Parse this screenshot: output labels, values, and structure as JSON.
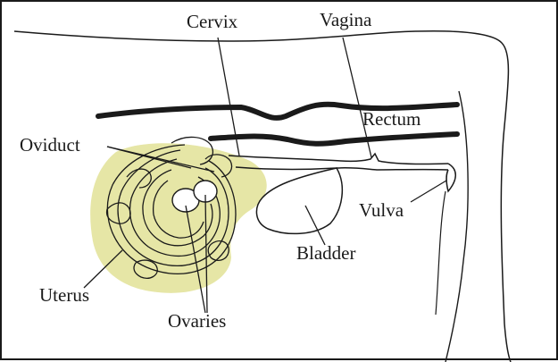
{
  "labels": {
    "cervix": "Cervix",
    "vagina": "Vagina",
    "rectum": "Rectum",
    "oviduct": "Oviduct",
    "vulva": "Vulva",
    "bladder": "Bladder",
    "uterus": "Uterus",
    "ovaries": "Ovaries"
  },
  "colors": {
    "line": "#1a1a1a",
    "broad_ligament_fill": "#e6e6a6",
    "background": "#ffffff"
  }
}
